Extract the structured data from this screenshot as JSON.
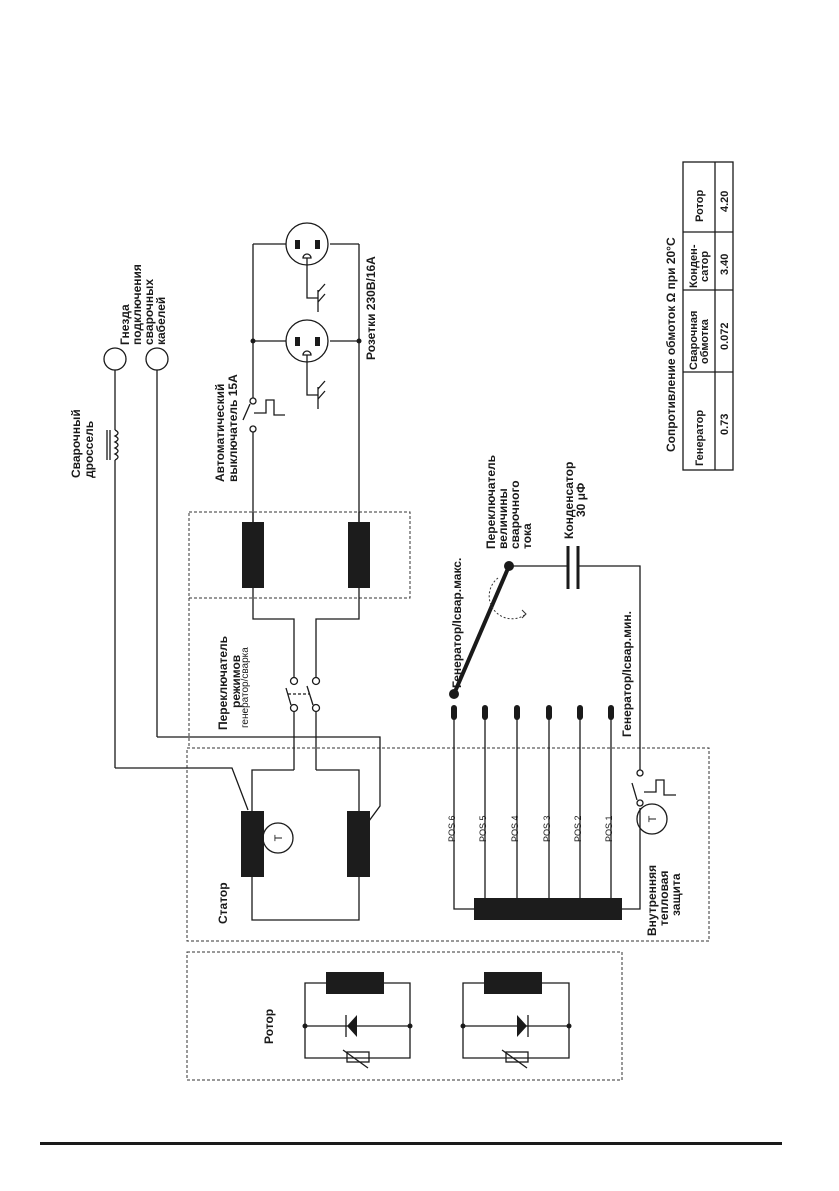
{
  "labels": {
    "choke": [
      "Сварочный",
      "дроссель"
    ],
    "sockets_welding": [
      "Гнезда",
      "подключения",
      "сварочных",
      "кабелей"
    ],
    "breaker": [
      "Автоматический",
      "выключатель 15А"
    ],
    "outlets": "Розетки 230В/16А",
    "mode_switch": [
      "Переключатель",
      "режимов"
    ],
    "mode_switch_sub": "генератор/сварка",
    "current_switch": [
      "Переключатель",
      "величины",
      "сварочного",
      "тока"
    ],
    "gen_max": "Генератор/Iсвар.макс.",
    "gen_min": "Генератор/Iсвар.мин.",
    "capacitor": [
      "Конденсатор",
      "30 μФ"
    ],
    "stator": "Статор",
    "rotor": "Ротор",
    "thermal": [
      "Внутренняя",
      "тепловая",
      "защита"
    ],
    "thermal_symbol": "T",
    "positions": [
      "POS 6",
      "POS 5",
      "POS 4",
      "POS 3",
      "POS 2",
      "POS 1"
    ]
  },
  "resistance_table": {
    "title": "Сопротивление обмоток Ω при 20°С",
    "headers": [
      [
        "Генератор"
      ],
      [
        "Сварочная",
        "обмотка"
      ],
      [
        "Конден-",
        "сатор"
      ],
      [
        "Ротор"
      ]
    ],
    "values": [
      "0.73",
      "0.072",
      "3.40",
      "4.20"
    ]
  }
}
